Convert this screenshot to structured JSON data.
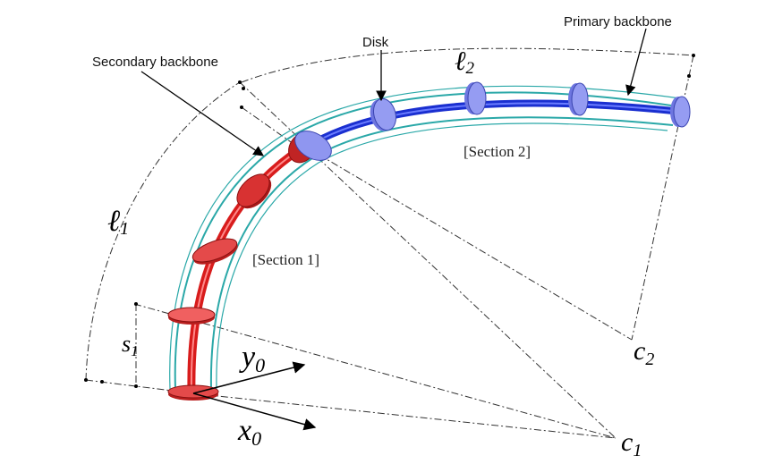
{
  "labels": {
    "primary_backbone": "Primary backbone",
    "secondary_backbone": "Secondary backbone",
    "disk": "Disk",
    "section1": "[Section 1]",
    "section2": "[Section 2]"
  },
  "symbols": {
    "l1_main": "ℓ",
    "l1_sub": "1",
    "l2_main": "ℓ",
    "l2_sub": "2",
    "s1_main": "s",
    "s1_sub": "1",
    "x0_main": "x",
    "x0_sub": "0",
    "y0_main": "y",
    "y0_sub": "0",
    "c1_main": "c",
    "c1_sub": "1",
    "c2_main": "c",
    "c2_sub": "2"
  },
  "colors": {
    "section1": "#e02a2a",
    "section1_disk": "#e44a4a",
    "section2": "#1a2fd0",
    "section2_disk": "#8f96f0",
    "secondary_backbone": "#2aa8a8",
    "dimension_line": "#333333"
  }
}
